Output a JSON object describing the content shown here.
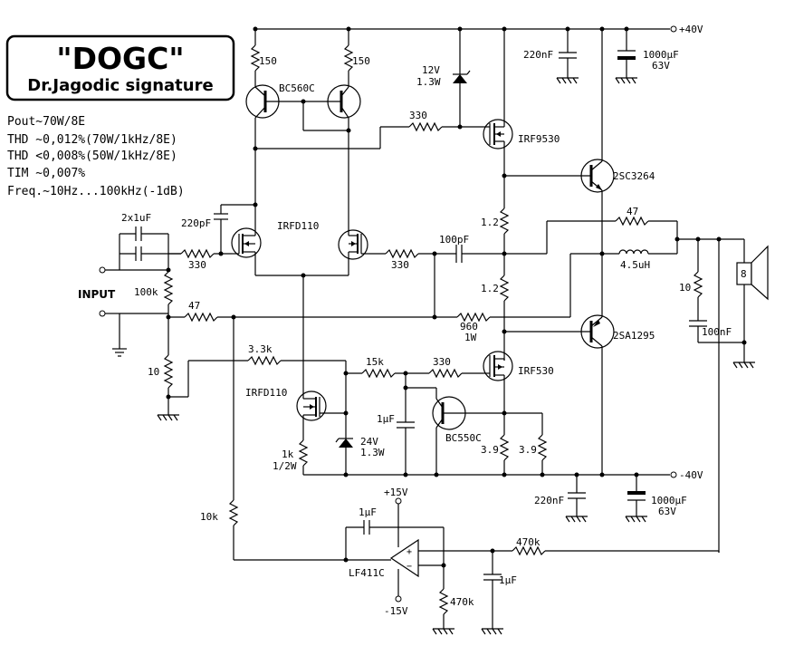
{
  "title": "\"DOGC\"",
  "subtitle": "Dr.Jagodic signature",
  "specs": [
    "Pout~70W/8E",
    "THD ~0,012%(70W/1kHz/8E)",
    "THD <0,008%(50W/1kHz/8E)",
    "TIM ~0,007%",
    "Freq.~10Hz...100kHz(-1dB)"
  ],
  "rails": {
    "pos": "+40V",
    "neg": "-40V",
    "op_pos": "+15V",
    "op_neg": "-15V"
  },
  "input_label": "INPUT",
  "labels": {
    "r150a": "150",
    "r150b": "150",
    "q_bc560": "BC560C",
    "z12": "12V",
    "z12p": "1.3W",
    "r330top": "330",
    "q_irf9530": "IRF9530",
    "c220n_top": "220nF",
    "c1000_top": "1000µF",
    "c1000_top_v": "63V",
    "q_2sc3264": "2SC3264",
    "c2x1": "2x1uF",
    "c220p": "220pF",
    "q_irfd110a": "IRFD110",
    "r1_2a": "1.2",
    "r47out": "47",
    "c100p": "100pF",
    "l45": "4.5uH",
    "r330in": "330",
    "r330mid": "330",
    "r100k": "100k",
    "r1_2b": "1.2",
    "r47in": "47",
    "r960": "960",
    "r960p": "1W",
    "q_2sa1295": "2SA1295",
    "r10z": "10",
    "c100n": "100nF",
    "spk": "8",
    "r3_3k": "3.3k",
    "r10": "10",
    "r15k": "15k",
    "r330bot": "330",
    "q_irf530": "IRF530",
    "q_irfd110b": "IRFD110",
    "c1uf": "1µF",
    "z24": "24V",
    "z24p": "1.3W",
    "q_bc550": "BC550C",
    "r1k": "1k",
    "r1kp": "1/2W",
    "r3_9a": "3.9",
    "r3_9b": "3.9",
    "c220n_bot": "220nF",
    "c1000_bot": "1000µF",
    "c1000_bot_v": "63V",
    "r10k": "10k",
    "c1uf_int": "1µF",
    "op": "LF411C",
    "r470k_fb": "470k",
    "r470k_g": "470k",
    "c1uf_out": "1µF"
  },
  "icons": [
    "npn-transistor-icon",
    "pnp-transistor-icon",
    "mosfet-icon",
    "zener-icon",
    "resistor-icon",
    "capacitor-icon",
    "inductor-icon",
    "speaker-icon",
    "ground-icon",
    "opamp-icon"
  ]
}
